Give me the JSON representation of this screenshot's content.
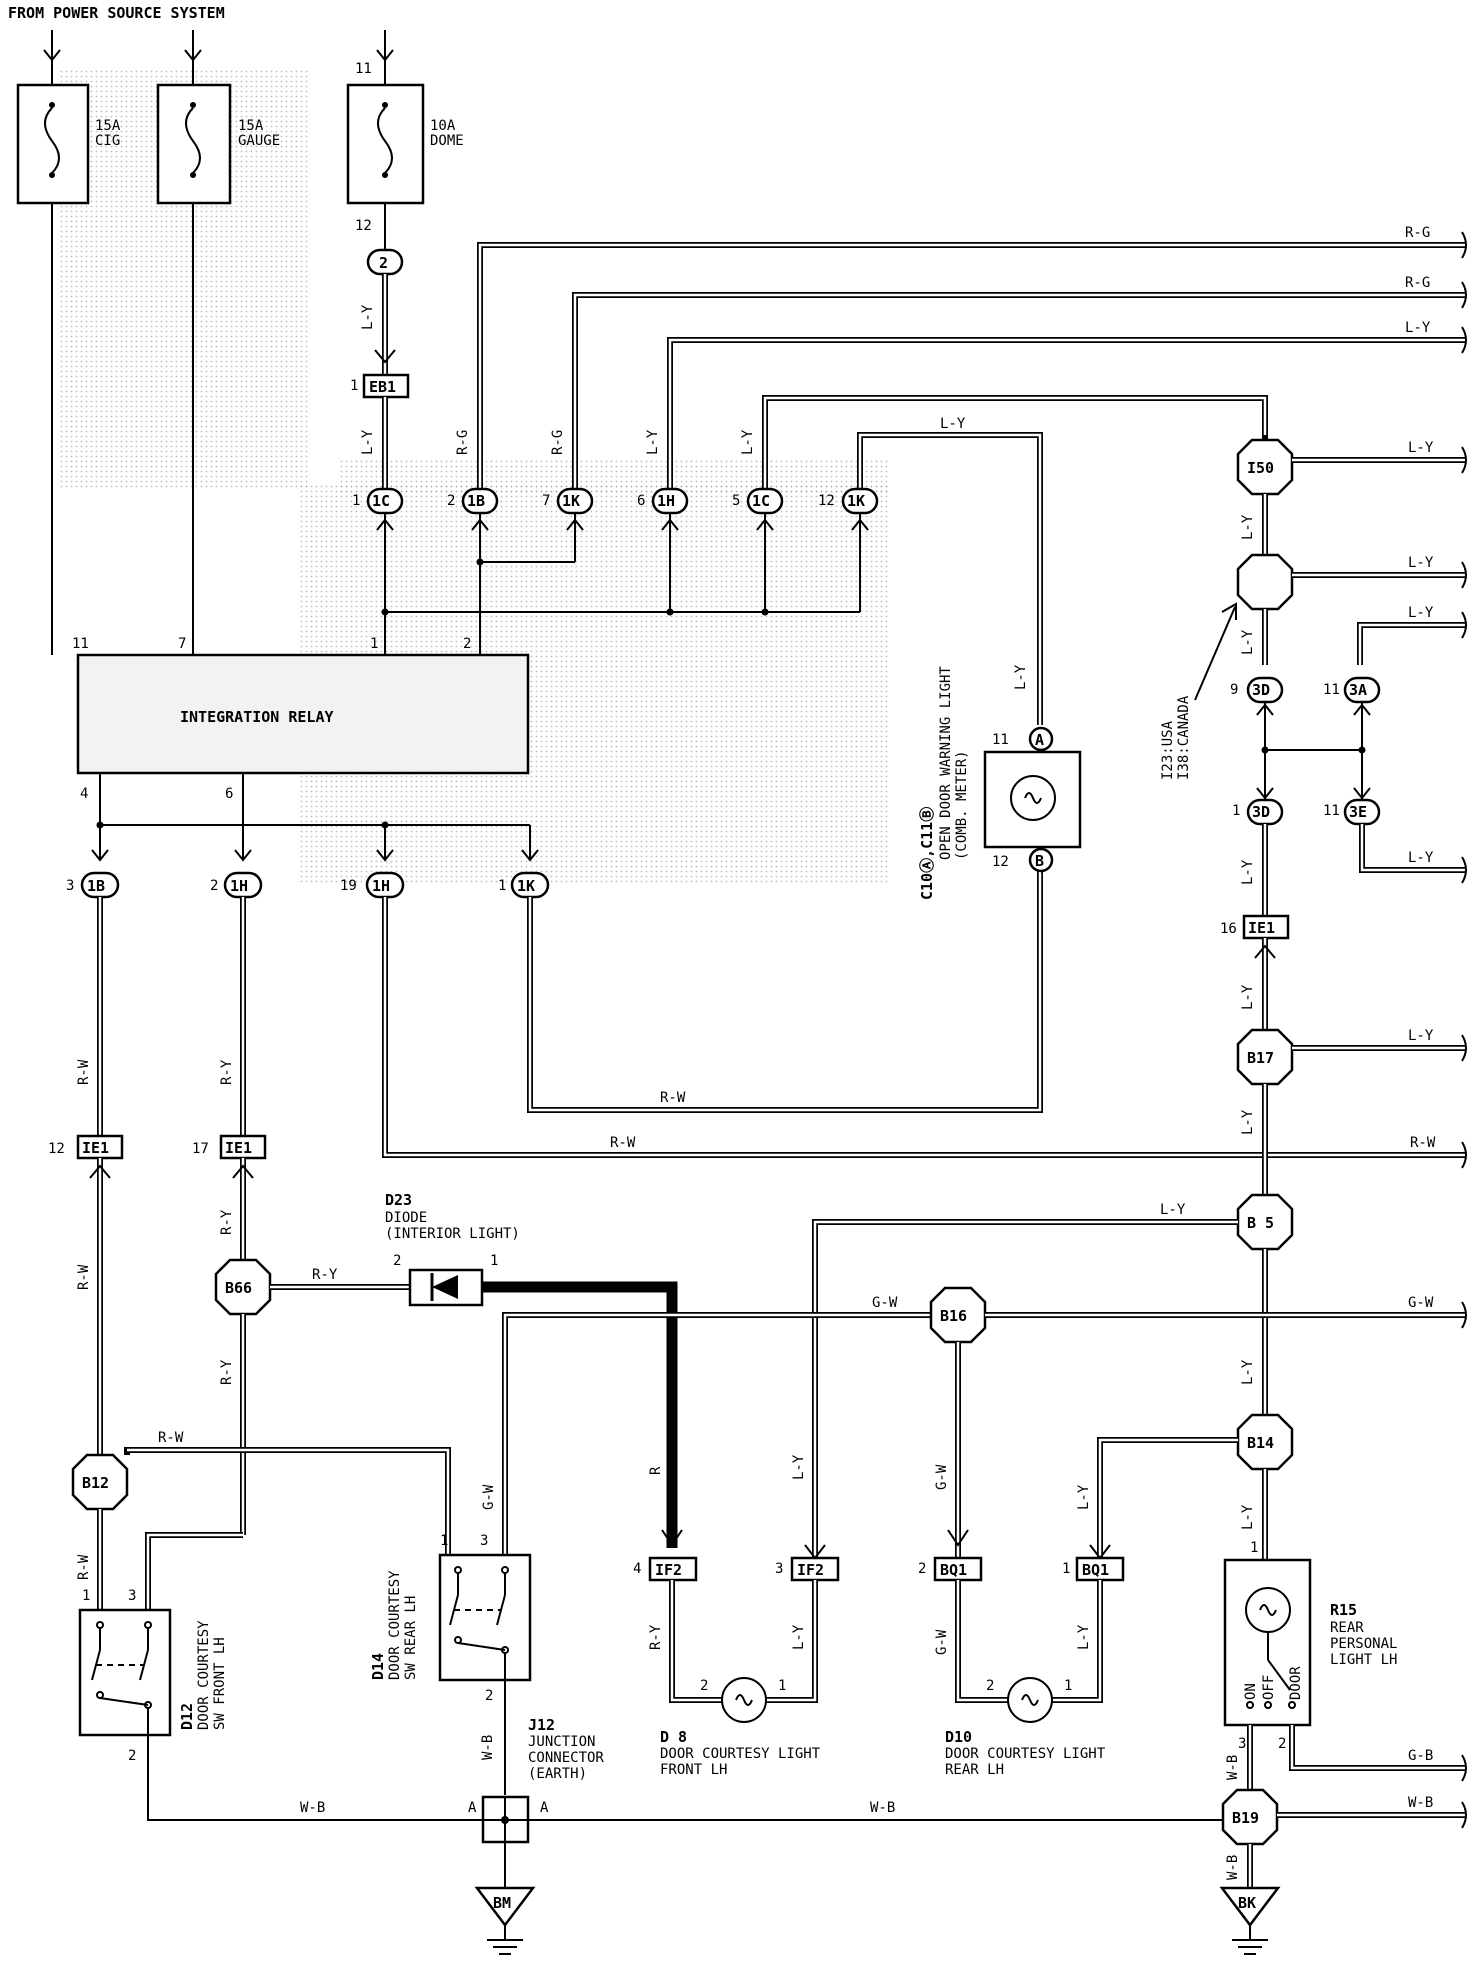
{
  "header": {
    "title": "FROM POWER SOURCE SYSTEM"
  },
  "fuses": [
    {
      "id": "cig",
      "rating": "15A",
      "name": "CIG"
    },
    {
      "id": "gauge",
      "rating": "15A",
      "name": "GAUGE"
    },
    {
      "id": "dome",
      "rating": "10A",
      "name": "DOME",
      "pin_in": "11",
      "pin_out": "12"
    }
  ],
  "relay": {
    "name": "INTEGRATION RELAY",
    "pins": [
      "11",
      "7",
      "1",
      "2",
      "4",
      "6"
    ]
  },
  "connectors_top": [
    {
      "pin": "1",
      "code": "1C"
    },
    {
      "pin": "2",
      "code": "1B"
    },
    {
      "pin": "7",
      "code": "1K"
    },
    {
      "pin": "6",
      "code": "1H"
    },
    {
      "pin": "5",
      "code": "1C"
    },
    {
      "pin": "12",
      "code": "1K"
    }
  ],
  "connectors_mid": [
    {
      "pin": "3",
      "code": "1B"
    },
    {
      "pin": "2",
      "code": "1H"
    },
    {
      "pin": "19",
      "code": "1H"
    },
    {
      "pin": "1",
      "code": "1K"
    }
  ],
  "junctions": {
    "eb1": {
      "pin": "1",
      "code": "EB1"
    },
    "j2": "2",
    "ie1_a": {
      "pin": "12",
      "code": "IE1"
    },
    "ie1_b": {
      "pin": "17",
      "code": "IE1"
    },
    "ie1_c": {
      "pin": "16",
      "code": "IE1"
    },
    "if2_a": {
      "pin": "4",
      "code": "IF2"
    },
    "if2_b": {
      "pin": "3",
      "code": "IF2"
    },
    "bq1_a": {
      "pin": "2",
      "code": "BQ1"
    },
    "bq1_b": {
      "pin": "1",
      "code": "BQ1"
    },
    "c3d_a": {
      "pin": "9",
      "code": "3D"
    },
    "c3a": {
      "pin": "11",
      "code": "3A"
    },
    "c3d_b": {
      "pin": "1",
      "code": "3D"
    },
    "c3e": {
      "pin": "11",
      "code": "3E"
    }
  },
  "splices": {
    "i50": "I50",
    "b17": "B17",
    "b5": "B 5",
    "b14": "B14",
    "b16": "B16",
    "b66": "B66",
    "b12": "B12",
    "b19": "B19"
  },
  "wire_colors": {
    "ly": "L-Y",
    "rg": "R-G",
    "rw": "R-W",
    "ry": "R-Y",
    "gw": "G-W",
    "wb": "W-B",
    "gb": "G-B",
    "r": "R"
  },
  "components": {
    "meter": {
      "title": "C10Ⓐ,C11Ⓑ",
      "line1": "OPEN DOOR WARNING LIGHT",
      "line2": "(COMB. METER)",
      "pin_a": "11",
      "pin_a_label": "A",
      "pin_b": "12",
      "pin_b_label": "B"
    },
    "junction_note": {
      "line1": "I23:USA",
      "line2": "I38:CANADA"
    },
    "diode": {
      "code": "D23",
      "line1": "DIODE",
      "line2": "(INTERIOR LIGHT)",
      "pin_2": "2",
      "pin_1": "1"
    },
    "d12": {
      "code": "D12",
      "line1": "DOOR COURTESY",
      "line2": "SW FRONT LH",
      "pin_1": "1",
      "pin_3": "3",
      "pin_2": "2"
    },
    "d14": {
      "code": "D14",
      "line1": "DOOR COURTESY",
      "line2": "SW REAR LH",
      "pin_1": "1",
      "pin_3": "3",
      "pin_2": "2"
    },
    "j12": {
      "code": "J12",
      "line1": "JUNCTION",
      "line2": "CONNECTOR",
      "line3": "(EARTH)",
      "pin": "A"
    },
    "d8": {
      "code": "D 8",
      "line1": "DOOR COURTESY LIGHT",
      "line2": "FRONT LH",
      "pin_2": "2",
      "pin_1": "1"
    },
    "d10": {
      "code": "D10",
      "line1": "DOOR COURTESY LIGHT",
      "line2": "REAR LH",
      "pin_2": "2",
      "pin_1": "1"
    },
    "r15": {
      "code": "R15",
      "line1": "REAR",
      "line2": "PERSONAL",
      "line3": "LIGHT LH",
      "sw_on": "ON",
      "sw_off": "OFF",
      "sw_door": "DOOR",
      "pin_1": "1",
      "pin_3": "3",
      "pin_2": "2"
    }
  },
  "grounds": [
    "BM",
    "BK"
  ]
}
